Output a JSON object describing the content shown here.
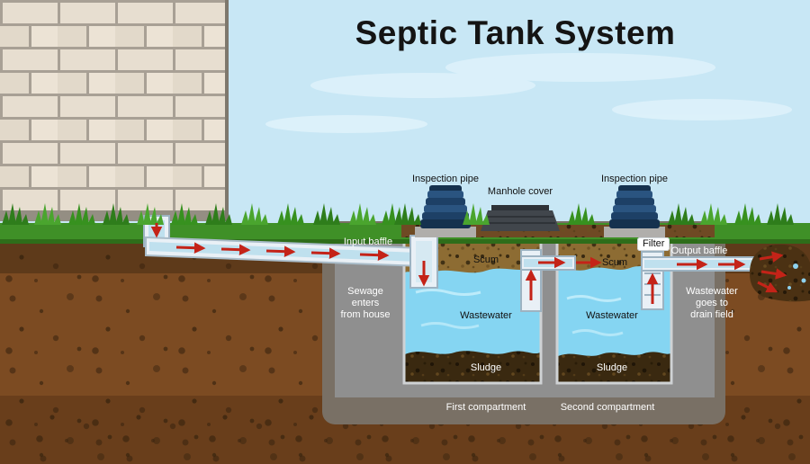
{
  "title": "Septic Tank System",
  "colors": {
    "sky": "#c8e7f5",
    "cloud": "#def2fb",
    "soil": "#7c4b22",
    "soil_dark": "#5e3a1a",
    "grass": "#3f9027",
    "grass_dark": "#2e6d1a",
    "brick": "#e7ded0",
    "mortar": "#a8a095",
    "concrete": "#8f8f8f",
    "apron": "#797065",
    "water": "#85d5f2",
    "scum": "#8d6c33",
    "sludge": "#3a2910",
    "pipe": "#e9f0f6",
    "inspection_pipe": "#1d4066",
    "arrow": "#c42318"
  },
  "labels": {
    "inspection_pipe_left": "Inspection pipe",
    "manhole_cover": "Manhole cover",
    "inspection_pipe_right": "Inspection pipe",
    "input_baffle": "Input baffle",
    "sewage_enters": "Sewage\nenters\nfrom house",
    "scum_first": "Scum",
    "scum_second": "Scum",
    "wastewater_first": "Wastewater",
    "wastewater_second": "Wastewater",
    "sludge_first": "Sludge",
    "sludge_second": "Sludge",
    "filter": "Filter",
    "output_baffle": "Output baffle",
    "wastewater_out": "Wastewater\ngoes to\ndrain field",
    "first_compartment": "First compartment",
    "second_compartment": "Second compartment"
  }
}
